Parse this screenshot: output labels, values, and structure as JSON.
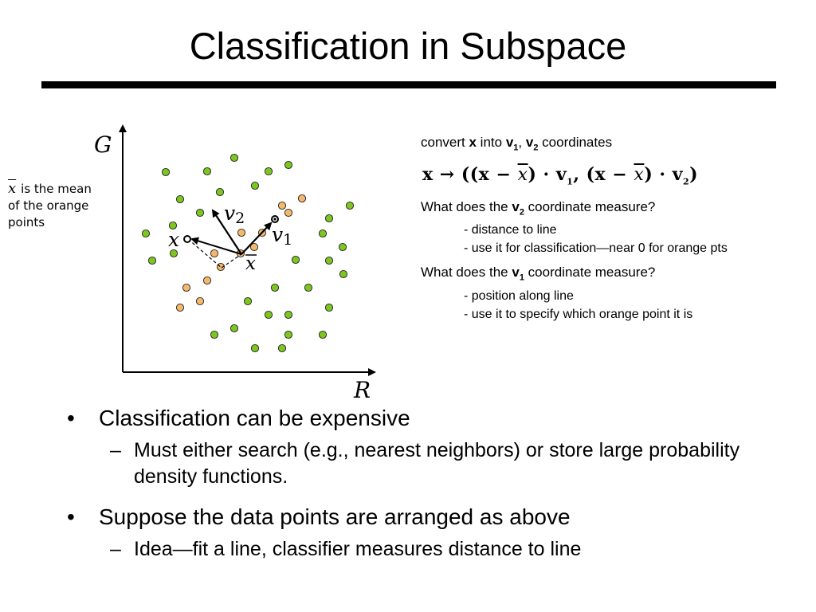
{
  "title": "Classification in Subspace",
  "diagram": {
    "axis_x_label": "R",
    "axis_y_label": "G",
    "label_v1": "v",
    "label_v1_sub": "1",
    "label_v2": "v",
    "label_v2_sub": "2",
    "label_x": "x",
    "label_xbar": "x",
    "mean_note": {
      "symbol": "x",
      "lines": [
        "is the mean",
        "of the orange",
        "points"
      ]
    },
    "colors": {
      "green": "#7dc61f",
      "orange": "#f5b86a",
      "outline": "#222222"
    }
  },
  "right": {
    "convert": {
      "pre": "convert ",
      "x": "x",
      "mid": " into ",
      "v": "v",
      "sub1": "1",
      "sep": ", ",
      "v2": "v",
      "sub2": "2",
      "post": " coordinates"
    },
    "formula": {
      "p1": "x → ((x − ",
      "xbar1": "x",
      "p2": ") · v",
      "s1": "1",
      "p3": ", (x − ",
      "xbar2": "x",
      "p4": ") · v",
      "s2": "2",
      "p5": ")"
    },
    "q_v2": {
      "pre": "What does the ",
      "v": "v",
      "sub": "2",
      "post": " coordinate measure?",
      "points": [
        "- distance to line",
        "- use it for classification—near 0 for orange pts"
      ]
    },
    "q_v1": {
      "pre": "What does the ",
      "v": "v",
      "sub": "1",
      "post": " coordinate measure?",
      "points": [
        "- position along line",
        "- use it to specify which orange point it is"
      ]
    }
  },
  "bullets": [
    {
      "mark": "•",
      "text": "Classification can be expensive",
      "sub": [
        {
          "mark": "–",
          "text": "Must either search (e.g., nearest neighbors) or store large probability density functions."
        }
      ]
    },
    {
      "mark": "•",
      "text": "Suppose the data points are arranged as above",
      "sub": [
        {
          "mark": "–",
          "text": "Idea—fit a line, classifier measures distance to line"
        }
      ]
    }
  ]
}
